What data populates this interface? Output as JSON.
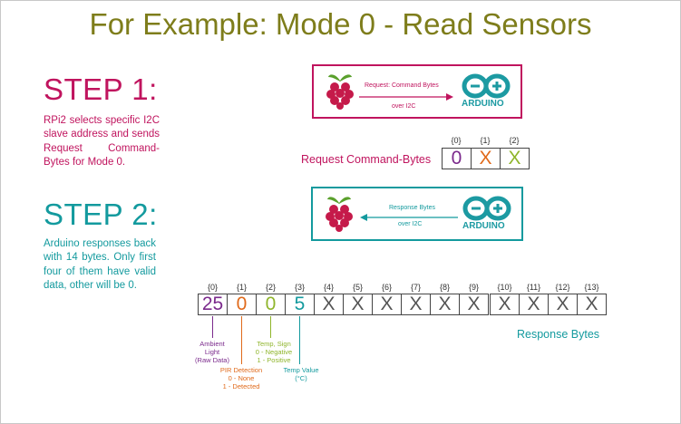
{
  "title": "For Example: Mode 0 - Read Sensors",
  "step1": {
    "heading": "STEP 1:",
    "text": "RPi2 selects specific I2C slave address and sends Request Command-Bytes for Mode 0."
  },
  "step2": {
    "heading": "STEP 2:",
    "text": "Arduino responses back with 14 bytes. Only first four of them have valid data, other will be 0."
  },
  "request_box": {
    "arrow_top": "Request: Command Bytes",
    "arrow_bottom": "over I2C",
    "arduino_label": "ARDUINO"
  },
  "response_box": {
    "arrow_top": "Response Bytes",
    "arrow_bottom": "over I2C",
    "arduino_label": "ARDUINO"
  },
  "command_bytes": {
    "label": "Request Command-Bytes",
    "indices": [
      "{0}",
      "{1}",
      "{2}"
    ],
    "values": [
      "0",
      "X",
      "X"
    ]
  },
  "response_bytes": {
    "label": "Response Bytes",
    "indices": [
      "{0}",
      "{1}",
      "{2}",
      "{3}",
      "{4}",
      "{5}",
      "{6}",
      "{7}",
      "{8}",
      "{9}",
      "{10}",
      "{11}",
      "{12}",
      "{13}"
    ],
    "values": [
      "25",
      "0",
      "0",
      "5",
      "X",
      "X",
      "X",
      "X",
      "X",
      "X",
      "X",
      "X",
      "X",
      "X"
    ]
  },
  "annotations": {
    "ambient": [
      "Ambient",
      "Light",
      "(Raw Data)"
    ],
    "pir": [
      "PIR Detection",
      "0 - None",
      "1 - Detected"
    ],
    "sign": [
      "Temp, Sign",
      "0 - Negative",
      "1 - Positive"
    ],
    "temp": [
      "Temp Value",
      "(°C)"
    ]
  },
  "colors": {
    "title": "#7e7d1b",
    "magenta": "#c0145e",
    "teal": "#139a9e",
    "purple": "#7b2a8c",
    "orange": "#e06a1b",
    "green": "#8fb52b",
    "arduino": "#1c9aa2"
  }
}
